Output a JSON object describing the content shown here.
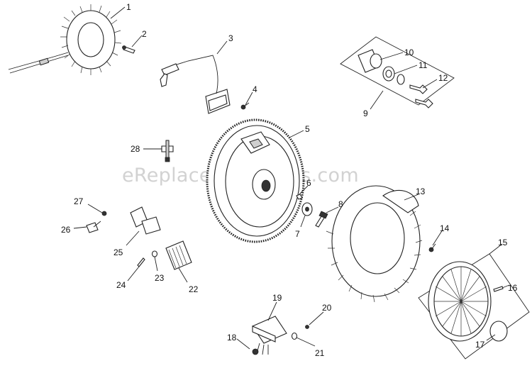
{
  "watermark": "eReplacementParts.com",
  "callouts": {
    "c1": "1",
    "c2": "2",
    "c3": "3",
    "c4": "4",
    "c5": "5",
    "c6": "6",
    "c7": "7",
    "c8": "8",
    "c9": "9",
    "c10": "10",
    "c11": "11",
    "c12": "12",
    "c13": "13",
    "c14": "14",
    "c15": "15",
    "c16": "16",
    "c17": "17",
    "c18": "18",
    "c19": "19",
    "c20": "20",
    "c21": "21",
    "c22": "22",
    "c23": "23",
    "c24": "24",
    "c25": "25",
    "c26": "26",
    "c27": "27",
    "c28": "28"
  }
}
